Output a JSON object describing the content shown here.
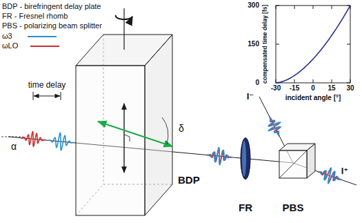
{
  "diagram": {
    "labels": [
      "time delay",
      "α",
      "δ",
      "BDP",
      "FR",
      "PBS",
      "I⁻",
      "I⁺",
      "compensated time delay [fs]",
      "incident angle [°]",
      "300",
      "150",
      "0",
      "-30",
      "-15",
      "0",
      "15",
      "30"
    ],
    "legend": [
      {
        "text": "BDP - birefringent delay plate"
      },
      {
        "text": "FR - Fresnel rhomb"
      },
      {
        "text": "PBS - polarizing beam splitter"
      },
      {
        "text": "ω3"
      },
      {
        "text": "ωLO"
      }
    ]
  }
}
